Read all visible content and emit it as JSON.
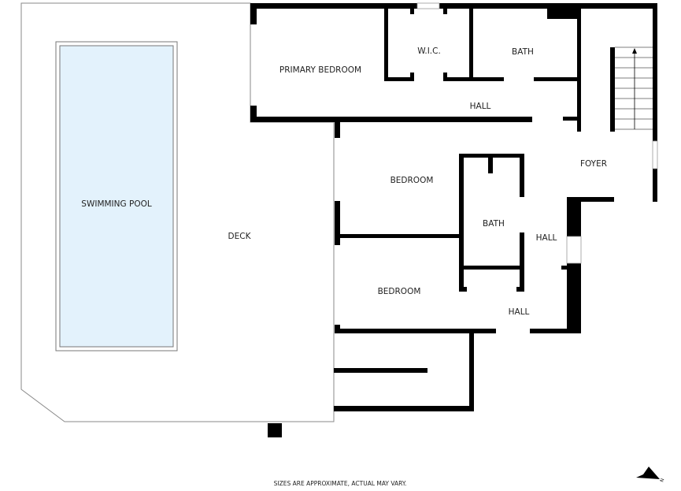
{
  "rooms": {
    "primary_bedroom": "PRIMARY BEDROOM",
    "wic": "W.I.C.",
    "bath_upper": "BATH",
    "hall_upper": "HALL",
    "foyer": "FOYER",
    "bedroom_upper": "BEDROOM",
    "bath_middle": "BATH",
    "hall_middle": "HALL",
    "bedroom_lower": "BEDROOM",
    "hall_lower": "HALL",
    "deck": "DECK",
    "pool": "SWIMMING POOL"
  },
  "colors": {
    "pool_fill": "#e3f2fc",
    "walls": "#000000",
    "outline": "#8a8a8a"
  },
  "footer": {
    "disclaimer": "SIZES ARE APPROXIMATE, ACTUAL MAY VARY.",
    "compass_letter": "N"
  }
}
